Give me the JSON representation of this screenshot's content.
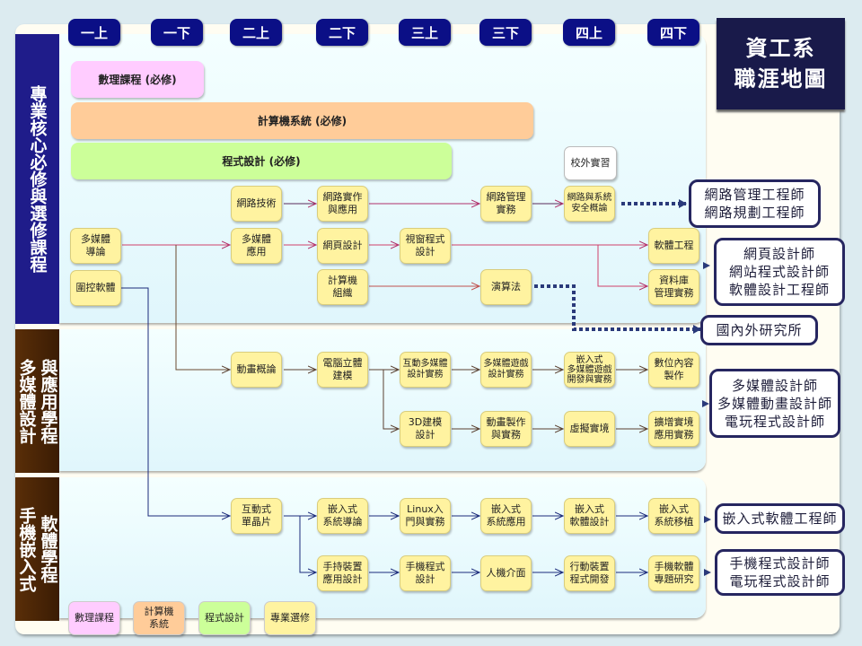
{
  "title": {
    "line1": "資工系",
    "line2": "職涯地圖"
  },
  "semesters": [
    "一上",
    "一下",
    "二上",
    "二下",
    "三上",
    "三下",
    "四上",
    "四下"
  ],
  "tracks": [
    {
      "label": "專業核心必修與選修課程"
    },
    {
      "label_col1": "多媒體設計",
      "label_col2": "與應用學程"
    },
    {
      "label_col1": "手機嵌入式",
      "label_col2": "軟體學程"
    }
  ],
  "required_bars": {
    "math": "數理課程 (必修)",
    "systems": "計算機系統 (必修)",
    "programming": "程式設計 (必修)"
  },
  "courses": {
    "internship": "校外實習",
    "network_tech": "網路技術",
    "network_practice": "網路實作\n與應用",
    "network_mgmt": "網路管理\n實務",
    "network_security": "網路與系統\n安全概論",
    "multimedia_intro": "多媒體\n導論",
    "multimedia_app": "多媒體\n應用",
    "web_design": "網頁設計",
    "window_prog": "視窗程式\n設計",
    "software_eng": "軟體工程",
    "embedded_ctrl": "圍控軟體",
    "computer_org": "計算機\n組織",
    "algorithms": "演算法",
    "database": "資料庫\n管理實務",
    "animation_intro": "動畫概論",
    "3d_modeling": "電腦立體\n建模",
    "interactive_mm": "互動多媒體\n設計實務",
    "mm_game": "多媒體遊戲\n設計實務",
    "embedded_mm_game": "嵌入式\n多媒體遊戲\n開發與實務",
    "digital_content": "數位內容\n製作",
    "3d_design": "3D建模\n設計",
    "animation_prod": "動畫製作\n與實務",
    "virtual_reality": "虛擬實境",
    "ar_app": "擴增實境\n應用實務",
    "interactive_chip": "互動式\n單晶片",
    "embedded_intro": "嵌入式\n系統導論",
    "linux": "Linux入\n門與實務",
    "embedded_app": "嵌入式\n系統應用",
    "embedded_sw": "嵌入式\n軟體設計",
    "embedded_port": "嵌入式\n系統移植",
    "handheld_app": "手持裝置\n應用設計",
    "mobile_prog": "手機程式\n設計",
    "hci": "人機介面",
    "mobile_dev": "行動裝置\n程式開發",
    "mobile_project": "手機軟體\n專題研究"
  },
  "careers": {
    "network": [
      "網路管理工程師",
      "網路規劃工程師"
    ],
    "web": [
      "網頁設計師",
      "網站程式設計師",
      "軟體設計工程師"
    ],
    "grad": [
      "國內外研究所"
    ],
    "multimedia": [
      "多媒體設計師",
      "多媒體動畫設計師",
      "電玩程式設計師"
    ],
    "embedded": [
      "嵌入式軟體工程師"
    ],
    "mobile": [
      "手機程式設計師",
      "電玩程式設計師"
    ]
  },
  "legend": [
    "數理課程",
    "計算機\n系統",
    "程式設計",
    "專業選修"
  ],
  "colors": {
    "math": "#ffccff",
    "systems": "#ffcc99",
    "programming": "#ccff99",
    "elective": "#fff3a0",
    "semester": "#0b0f86",
    "core_track": "#1f1c8a",
    "track_brown": "#4a2406",
    "career_border": "#262660"
  }
}
